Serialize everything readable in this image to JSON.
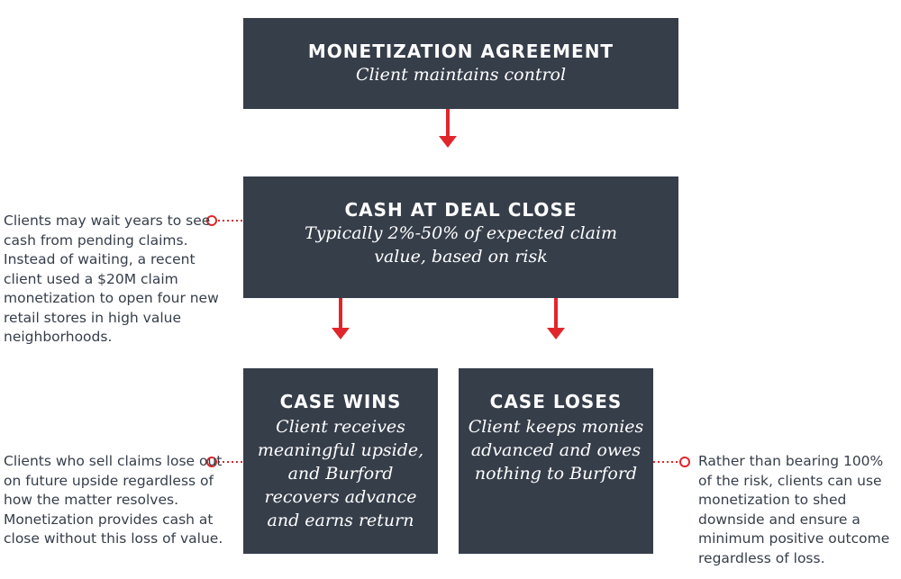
{
  "boxes": {
    "agreement": {
      "title": "MONETIZATION AGREEMENT",
      "subtitle": "Client maintains control"
    },
    "cash": {
      "title": "CASH AT DEAL CLOSE",
      "subtitle": "Typically 2%-50% of expected claim value, based on risk"
    },
    "wins": {
      "title": "CASE WINS",
      "subtitle": "Client receives meaningful upside, and Burford recovers advance and earns return"
    },
    "loses": {
      "title": "CASE LOSES",
      "subtitle": "Client keeps monies advanced and owes nothing to Burford"
    }
  },
  "notes": {
    "wait": "Clients may wait years to see cash from pending claims. Instead of waiting, a recent client used a $20M claim monetization to open four new retail stores in high value neighborhoods.",
    "sell": "Clients who sell claims lose out on future upside regardless of how the matter resolves. Monetization provides cash at close without this loss of value.",
    "risk": "Rather than bearing 100% of the risk, clients can use monetization to shed downside and ensure a minimum positive outcome regardless of loss."
  },
  "colors": {
    "box": "#363e4a",
    "arrow": "#e0262b",
    "note_text": "#363e4a"
  }
}
